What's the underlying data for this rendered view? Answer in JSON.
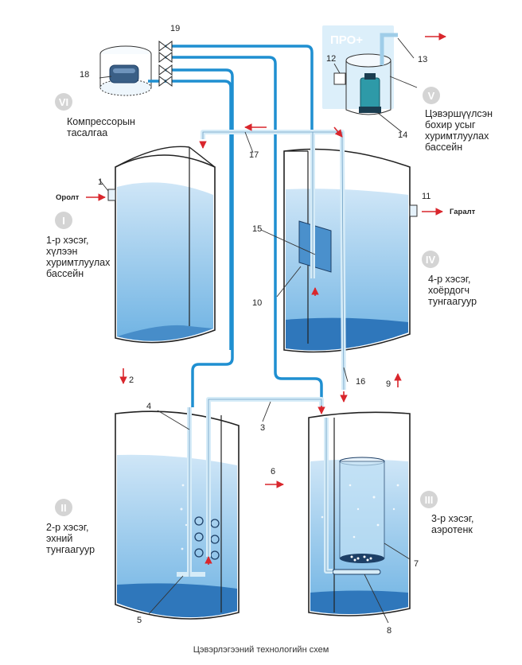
{
  "caption": "Цэвэрлэгээний технологийн схем",
  "colors": {
    "water_light": "#cfe6f7",
    "water_deep": "#5ea6db",
    "pipe_blue": "#1f8fd1",
    "pipe_light": "#d6ecf8",
    "arrow_red": "#d9262c",
    "roman_circle": "#d4d4d4",
    "pro_badge": "#dceffa"
  },
  "inlet_label": "Оролт",
  "outlet_label": "Гаралт",
  "pro_badge": "ПРО+",
  "sections": [
    {
      "roman": "I",
      "lines": [
        "1-р хэсэг,",
        "хүлээн",
        "хуримтлуулах",
        "бассейн"
      ]
    },
    {
      "roman": "II",
      "lines": [
        "2-р хэсэг,",
        "эхний",
        "тунгаагуур"
      ]
    },
    {
      "roman": "III",
      "lines": [
        "3-р хэсэг,",
        "аэротенк"
      ]
    },
    {
      "roman": "IV",
      "lines": [
        "4-р хэсэг,",
        "хоёрдогч",
        "тунгаагуур"
      ]
    },
    {
      "roman": "V",
      "lines": [
        "Цэвэршүүлсэн",
        "бохир усыг",
        "хуримтлуулах",
        "бассейн"
      ]
    },
    {
      "roman": "VI",
      "lines": [
        "Компрессорын",
        "тасалгаа"
      ]
    }
  ],
  "callouts": [
    "1",
    "2",
    "3",
    "4",
    "5",
    "6",
    "7",
    "8",
    "9",
    "10",
    "11",
    "12",
    "13",
    "14",
    "15",
    "16",
    "17",
    "18",
    "19"
  ],
  "icons": [
    "compressor-icon",
    "pump-icon",
    "valve-icon",
    "flow-arrow-icon"
  ]
}
